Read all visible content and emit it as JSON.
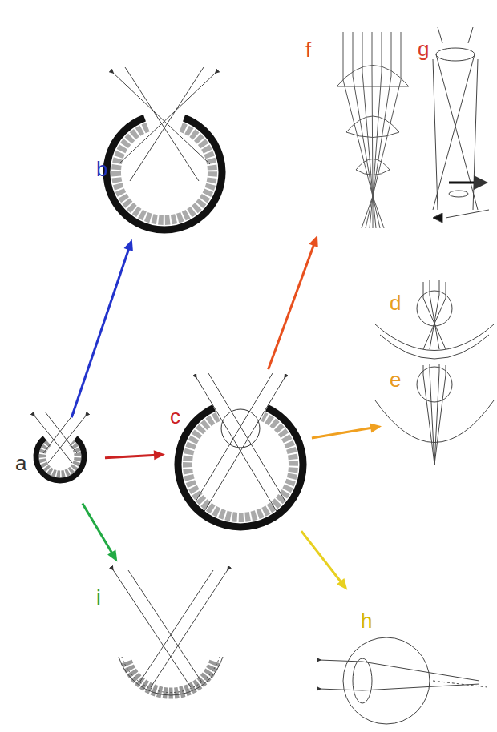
{
  "diagram": {
    "nodes": [
      {
        "text": [
          "a"
        ]
      },
      {
        "text": [
          "b"
        ]
      },
      {
        "text": [
          "c"
        ]
      },
      {
        "text": [
          "d"
        ]
      },
      {
        "text": [
          "e"
        ]
      },
      {
        "text": [
          "f"
        ]
      },
      {
        "text": [
          "g"
        ]
      },
      {
        "text": [
          "h"
        ]
      },
      {
        "text": [
          "i"
        ]
      }
    ],
    "edges": [
      {
        "from": 0,
        "to": 1,
        "arrow": "to"
      },
      {
        "from": 0,
        "to": 2,
        "arrow": "to"
      },
      {
        "from": 0,
        "to": 8,
        "arrow": "to"
      },
      {
        "from": 2,
        "to": 5,
        "arrow": "to"
      },
      {
        "from": 2,
        "to": 4,
        "arrow": "to"
      },
      {
        "from": 2,
        "to": 7,
        "arrow": "to"
      }
    ]
  }
}
